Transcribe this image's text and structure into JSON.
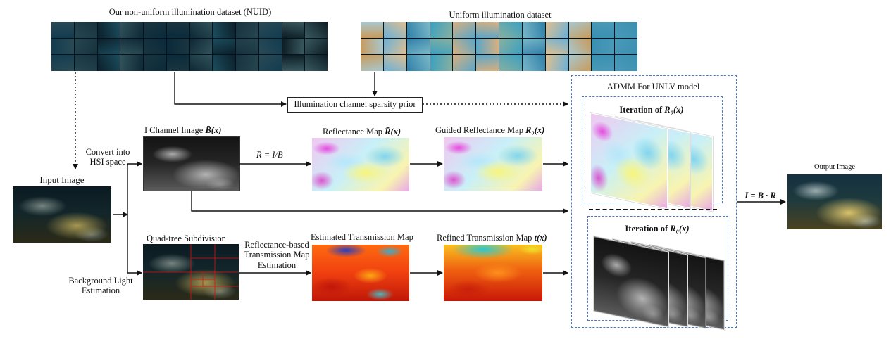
{
  "datasets": {
    "nonuniform_title": "Our non-uniform illumination dataset (NUID)",
    "uniform_title": "Uniform illumination dataset"
  },
  "prior": {
    "label": "Illumination channel sparsity prior"
  },
  "admm": {
    "title": "ADMM For UNLV model",
    "iter_top_prefix": "Iteration of ",
    "iter_top_symbol": "R₀(x)",
    "iter_bottom_prefix": "Iteration of ",
    "iter_bottom_symbol": "R₀(x)"
  },
  "input": {
    "label": "Input Image"
  },
  "convert": {
    "line1": "Convert into",
    "line2": "HSI space"
  },
  "background_light": {
    "line1": "Background Light",
    "line2": "Estimation"
  },
  "i_channel": {
    "label": "I Channel Image ",
    "symbol": "B̄(x)"
  },
  "reflectance_formula": "R̄ = I/B̄",
  "reflectance_map": {
    "label": "Reflectance Map ",
    "symbol": "R̄(x)"
  },
  "guided_reflectance": {
    "label": "Guided Reflectance Map ",
    "symbol": "R₀(x)"
  },
  "quadtree": {
    "label": "Quad-tree Subdivision"
  },
  "reflectance_based": {
    "line1": "Reflectance-based",
    "line2": "Transmission Map",
    "line3": "Estimation"
  },
  "estimated_transmission": {
    "label": "Estimated Transmission Map"
  },
  "refined_transmission": {
    "label": "Refined Transmission Map ",
    "symbol": "t(x)"
  },
  "output": {
    "label": "Output Image",
    "formula": "J = B · R"
  },
  "colors": {
    "arrow": "#111111",
    "dashed_box": "#4a78c8"
  }
}
